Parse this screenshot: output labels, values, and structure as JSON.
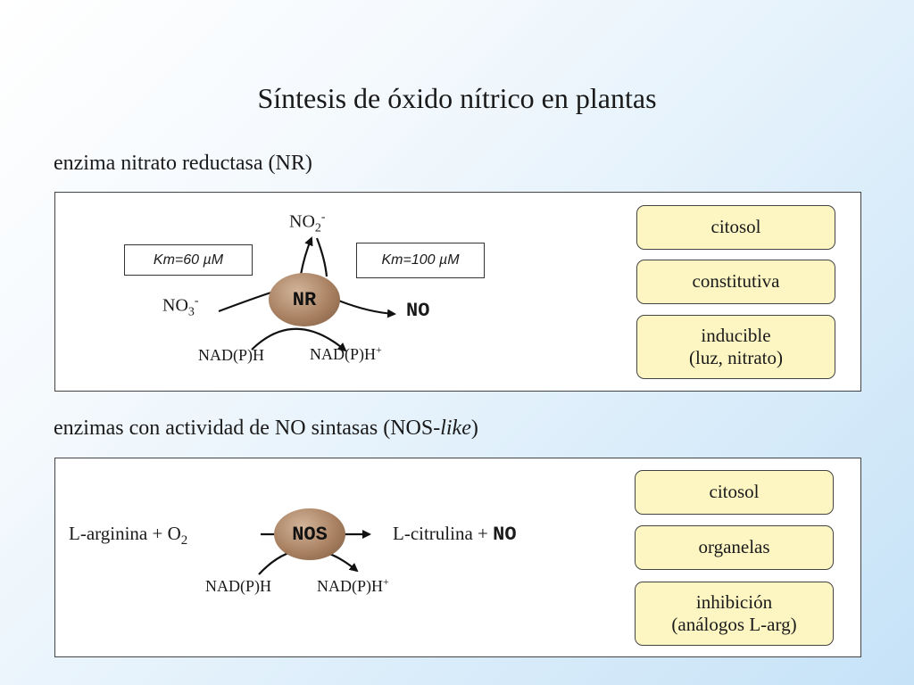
{
  "title": "Síntesis de óxido nítrico en plantas",
  "section_nr": {
    "heading": "enzima nitrato reductasa (NR)",
    "enzyme": "NR",
    "product_top_base": "NO",
    "product_top_sub": "2",
    "product_top_sup": "-",
    "substrate_base": "NO",
    "substrate_sub": "3",
    "substrate_sup": "-",
    "product": "NO",
    "cofactor_in": "NAD(P)H",
    "cofactor_out_base": "NAD(P)H",
    "cofactor_out_sup": "+",
    "km_left_prefix": "Km=60 ",
    "km_left_unit": "µM",
    "km_right_prefix": "Km=100 ",
    "km_right_unit": "µM",
    "tags": [
      "citosol",
      "constitutiva",
      "inducible",
      "(luz, nitrato)"
    ]
  },
  "section_nos": {
    "heading_prefix": "enzimas con actividad de NO sintasas (NOS-",
    "heading_italic": "like",
    "heading_suffix": ")",
    "enzyme": "NOS",
    "substrate_text": "L-arginina + O",
    "substrate_sub": "2",
    "product_text": "L-citrulina + ",
    "product_bold": "NO",
    "cofactor_in": "NAD(P)H",
    "cofactor_out_base": "NAD(P)H",
    "cofactor_out_sup": "+",
    "tags": [
      "citosol",
      "organelas",
      "inhibición",
      "(análogos L-arg)"
    ]
  }
}
